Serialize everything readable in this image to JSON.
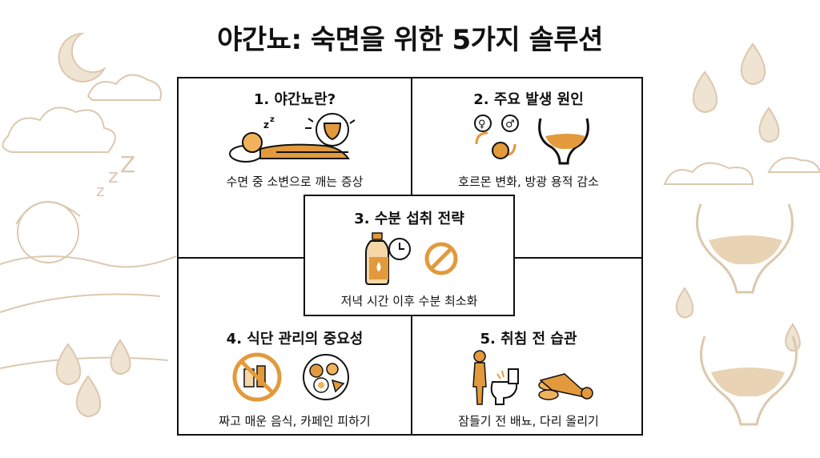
{
  "title": "야간뇨: 숙면을 위한 5가지 솔루션",
  "sections": [
    {
      "heading": "1. 야간뇨란?",
      "caption": "수면 중 소변으로 깨는 증상",
      "icon": "sleeping-person-bladder-icon"
    },
    {
      "heading": "2. 주요 발생 원인",
      "caption": "호르몬 변화, 방광 용적 감소",
      "icon": "hormone-bladder-icon"
    },
    {
      "heading": "3. 수분 섭취 전략",
      "caption": "저녁 시간 이후 수분 최소화",
      "icon": "water-bottle-clock-icon"
    },
    {
      "heading": "4. 식단 관리의 중요성",
      "caption": "짜고 매운 음식, 카페인 피하기",
      "icon": "food-avoid-icon"
    },
    {
      "heading": "5. 취침 전 습관",
      "caption": "잠들기 전 배뇨, 다리 올리기",
      "icon": "toilet-legs-up-icon"
    }
  ],
  "colors": {
    "accent": "#e29a3c",
    "background_motif": "#efe3d2",
    "line": "#111111"
  }
}
